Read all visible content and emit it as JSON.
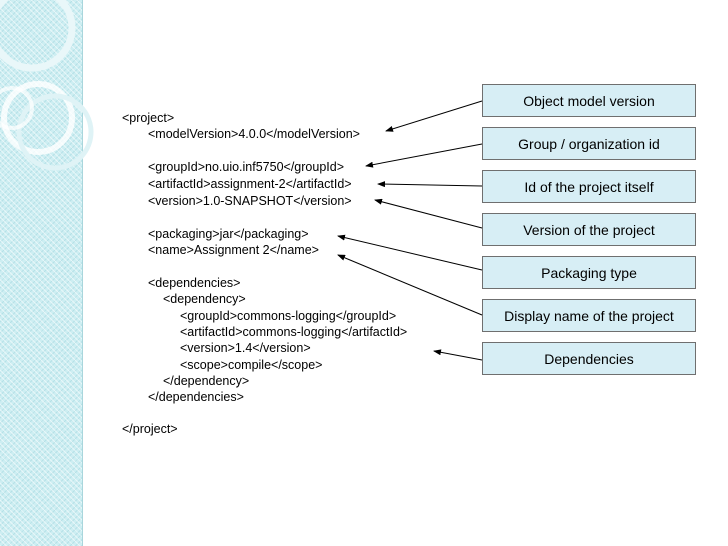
{
  "code_lines": [
    "<project>",
    "<modelVersion>4.0.0</modelVersion>",
    "<groupId>no.uio.inf5750</groupId>",
    "<artifactId>assignment-2</artifactId>",
    "<version>1.0-SNAPSHOT</version>",
    "<packaging>jar</packaging>",
    "<name>Assignment 2</name>",
    "<dependencies>",
    "<dependency>",
    "<groupId>commons-logging</groupId>",
    "<artifactId>commons-logging</artifactId>",
    "<version>1.4</version>",
    "<scope>compile</scope>",
    "</dependency>",
    "</dependencies>",
    "</project>"
  ],
  "callouts": [
    "Object model version",
    "Group / organization id",
    "Id of the project itself",
    "Version of the project",
    "Packaging type",
    "Display name of the project",
    "Dependencies"
  ],
  "theme": {
    "band_color": "#cdeef2",
    "callout_fill": "#d7eef5",
    "callout_border": "#6f6f6f"
  }
}
